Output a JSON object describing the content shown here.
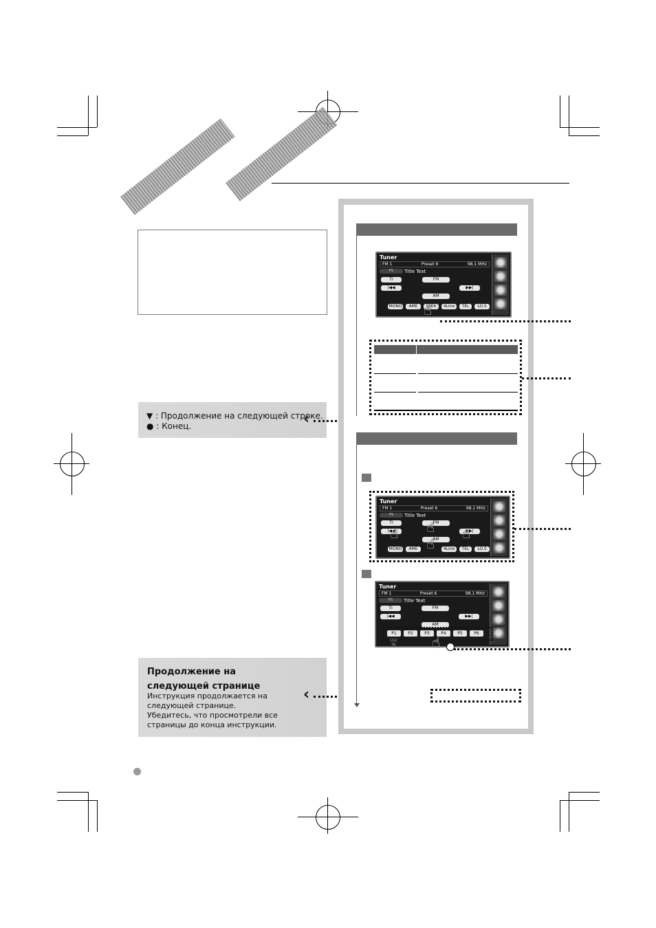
{
  "legend": {
    "continue_line": "▼ : Продолжение на следующей строке.",
    "end": "● : Конец."
  },
  "continue_page": {
    "title": "Продолжение на следующей странице",
    "line1": "Инструкция продолжается на",
    "line2": "следующей странице.",
    "line3": "Убедитесь, что просмотрели все",
    "line4": "страницы до конца инструкции."
  },
  "screen": {
    "title": "Tuner",
    "band": "FM 1",
    "preset": "Preset  6",
    "freq": "98.1  MHz",
    "ps": "PS",
    "title_text": "Title Text",
    "ti": "TI",
    "fm": "FM",
    "am": "AM",
    "seek_prev": "|◀◀",
    "seek_next": "▶▶|",
    "softkeys": [
      "MONO",
      "AME",
      "SEEK",
      "4Line",
      "TEL",
      "LO.S"
    ],
    "presets": [
      "P1",
      "P2",
      "P3",
      "P4",
      "P5",
      "P6"
    ],
    "bottom_small": [
      "ORBC",
      "TEL"
    ]
  },
  "colors": {
    "panel_gray": "#c9c9c9",
    "section_bar": "#6b6b6b",
    "note_bg": "#d6d6d6"
  }
}
